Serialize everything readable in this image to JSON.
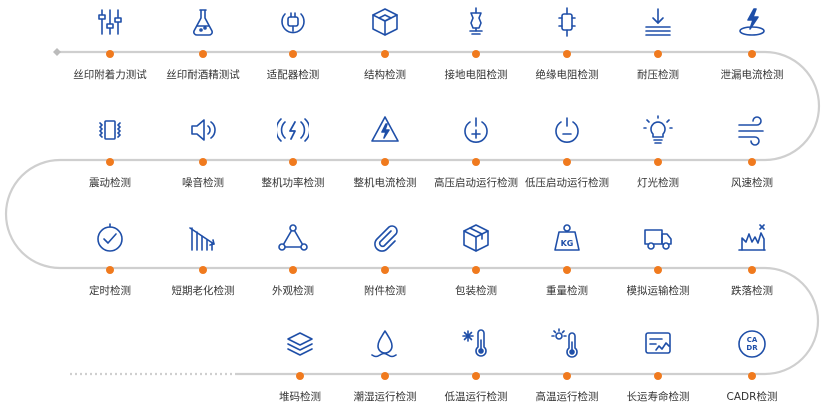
{
  "colors": {
    "icon": "#1f4fa8",
    "dot": "#f07a1e",
    "track": "#cfcfcf",
    "text": "#333333"
  },
  "rows": [
    {
      "items": [
        {
          "label": "丝印附着力测试",
          "icon": "sliders-icon"
        },
        {
          "label": "丝印耐酒精测试",
          "icon": "flask-icon"
        },
        {
          "label": "适配器检测",
          "icon": "adapter-plug-icon"
        },
        {
          "label": "结构检测",
          "icon": "cube-structure-icon"
        },
        {
          "label": "接地电阻检测",
          "icon": "ground-resistor-icon"
        },
        {
          "label": "绝缘电阻检测",
          "icon": "insulation-resistor-icon"
        },
        {
          "label": "耐压检测",
          "icon": "pressure-down-icon"
        },
        {
          "label": "泄漏电流检测",
          "icon": "leakage-bolt-icon"
        }
      ]
    },
    {
      "items": [
        {
          "label": "震动检测",
          "icon": "vibration-icon"
        },
        {
          "label": "噪音检测",
          "icon": "speaker-icon"
        },
        {
          "label": "整机功率检测",
          "icon": "power-signal-icon"
        },
        {
          "label": "整机电流检测",
          "icon": "high-voltage-icon"
        },
        {
          "label": "高压启动运行检测",
          "icon": "power-plus-icon"
        },
        {
          "label": "低压启动运行检测",
          "icon": "power-minus-icon"
        },
        {
          "label": "灯光检测",
          "icon": "light-bulb-icon"
        },
        {
          "label": "风速检测",
          "icon": "wind-icon"
        }
      ]
    },
    {
      "items": [
        {
          "label": "定时检测",
          "icon": "timer-check-icon"
        },
        {
          "label": "短期老化检测",
          "icon": "aging-chart-icon"
        },
        {
          "label": "外观检测",
          "icon": "triangle-nodes-icon"
        },
        {
          "label": "附件检测",
          "icon": "paperclip-icon"
        },
        {
          "label": "包装检测",
          "icon": "package-box-icon"
        },
        {
          "label": "重量检测",
          "icon": "weight-kg-icon"
        },
        {
          "label": "模拟运输检测",
          "icon": "delivery-truck-icon"
        },
        {
          "label": "跌落检测",
          "icon": "drop-test-icon"
        }
      ]
    },
    {
      "items": [
        {
          "label": "堆码检测",
          "icon": "stack-layers-icon"
        },
        {
          "label": "潮湿运行检测",
          "icon": "water-drop-icon"
        },
        {
          "label": "低温运行检测",
          "icon": "snow-thermometer-icon"
        },
        {
          "label": "高温运行检测",
          "icon": "sun-thermometer-icon"
        },
        {
          "label": "长运寿命检测",
          "icon": "life-test-card-icon"
        },
        {
          "label": "CADR检测",
          "icon": "cadr-icon"
        }
      ]
    }
  ]
}
